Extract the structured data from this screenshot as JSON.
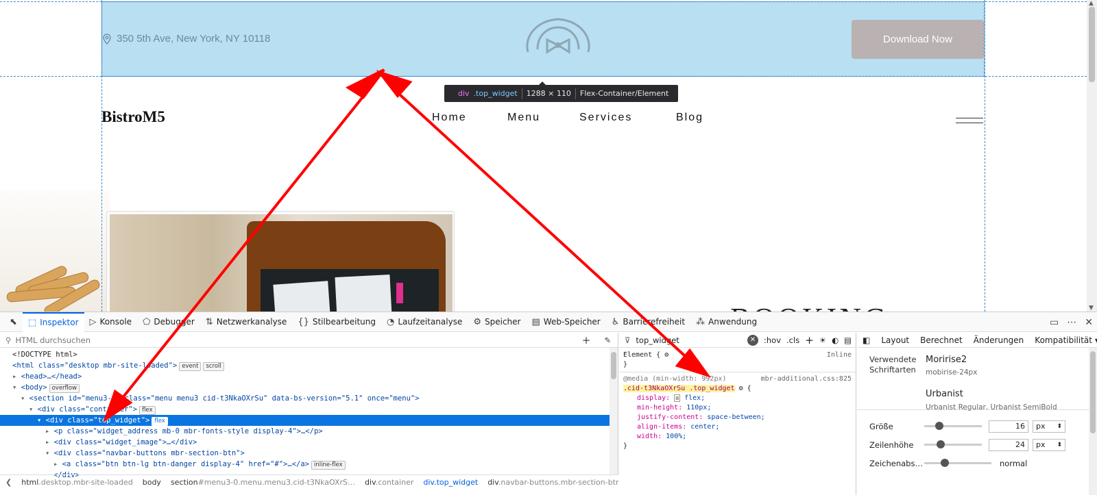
{
  "site": {
    "address": "350 5th Ave, New York, NY 10118",
    "download_btn": "Download Now",
    "brand": "BistroM5",
    "nav": [
      "Home",
      "Menu",
      "Services",
      "Blog"
    ],
    "booking_heading": "BOOKING"
  },
  "highlight_tooltip": {
    "tag": "div",
    "cls": ".top_widget",
    "size": "1288 × 110",
    "type": "Flex-Container/Element"
  },
  "annotation": {
    "arrow_color": "#ff0000"
  },
  "devtools": {
    "tabs": [
      {
        "icon": "⬚",
        "label": "Inspektor"
      },
      {
        "icon": "▷",
        "label": "Konsole"
      },
      {
        "icon": "⬠",
        "label": "Debugger"
      },
      {
        "icon": "⇅",
        "label": "Netzwerkanalyse"
      },
      {
        "icon": "{}",
        "label": "Stilbearbeitung"
      },
      {
        "icon": "◔",
        "label": "Laufzeitanalyse"
      },
      {
        "icon": "⚙",
        "label": "Speicher"
      },
      {
        "icon": "▤",
        "label": "Web-Speicher"
      },
      {
        "icon": "♿",
        "label": "Barrierefreiheit"
      },
      {
        "icon": "⁂",
        "label": "Anwendung"
      }
    ],
    "html_search_placeholder": "HTML durchsuchen",
    "tree": [
      {
        "text": "<!DOCTYPE html>"
      },
      {
        "text": "<html class=\"desktop mbr-site-loaded\">",
        "badges": [
          "event",
          "scroll"
        ]
      },
      {
        "text": "<head>…</head>"
      },
      {
        "text": "<body>",
        "badges": [
          "overflow"
        ]
      },
      {
        "text": "<section id=\"menu3-0\" class=\"menu menu3 cid-t3NkaOXrSu\" data-bs-version=\"5.1\" once=\"menu\">"
      },
      {
        "text": "<div class=\"container\">",
        "badges": [
          "flex"
        ]
      },
      {
        "text": "<div class=\"top_widget\">",
        "badges": [
          "flex"
        ]
      },
      {
        "text": "<p class=\"widget_address mb-0 mbr-fonts-style display-4\">…</p>"
      },
      {
        "text": "<div class=\"widget_image\">…</div>"
      },
      {
        "text": "<div class=\"navbar-buttons mbr-section-btn\">"
      },
      {
        "text": "<a class=\"btn btn-lg btn-danger display-4\" href=\"#\">…</a>",
        "badges": [
          "inline-flex"
        ]
      },
      {
        "text": "</div>"
      }
    ],
    "breadcrumbs": [
      {
        "el": "html",
        "cls": ".desktop.mbr-site-loaded"
      },
      {
        "el": "body",
        "cls": ""
      },
      {
        "el": "section",
        "cls": "#menu3-0.menu.menu3.cid-t3NkaOXrS…"
      },
      {
        "el": "div",
        "cls": ".container"
      },
      {
        "el": "div",
        "cls": ".top_widget"
      },
      {
        "el": "div",
        "cls": ".navbar-buttons.mbr-section-btn"
      }
    ],
    "rules": {
      "filter": "top_widget",
      "hov": ":hov",
      "cls": ".cls",
      "element_rule": "Element {",
      "inline": "Inline",
      "media": "@media (min-width: 992px)",
      "source": "mbr-additional.css:825",
      "selector": ".cid-t3NkaOXrSu .top_widget",
      "props": [
        {
          "name": "display",
          "value": "flex;"
        },
        {
          "name": "min-height",
          "value": "110px;"
        },
        {
          "name": "justify-content",
          "value": "space-between;"
        },
        {
          "name": "align-items",
          "value": "center;"
        },
        {
          "name": "width",
          "value": "100%;"
        }
      ]
    },
    "layout_tabs": [
      "Layout",
      "Berechnet",
      "Änderungen",
      "Kompatibilität"
    ],
    "fonts": {
      "label": "Verwendete Schriftarten",
      "f1_name": "Moririse2",
      "f1_sub": "mobirise-24px",
      "f2_name": "Urbanist",
      "f2_sub": "Urbanist Regular, Urbanist SemiBold"
    },
    "controls": {
      "size_label": "Größe",
      "size_value": "16",
      "size_unit": "px",
      "lh_label": "Zeilenhöhe",
      "lh_value": "24",
      "lh_unit": "px",
      "ls_label": "Zeichenabs…",
      "ls_value": "normal"
    }
  }
}
